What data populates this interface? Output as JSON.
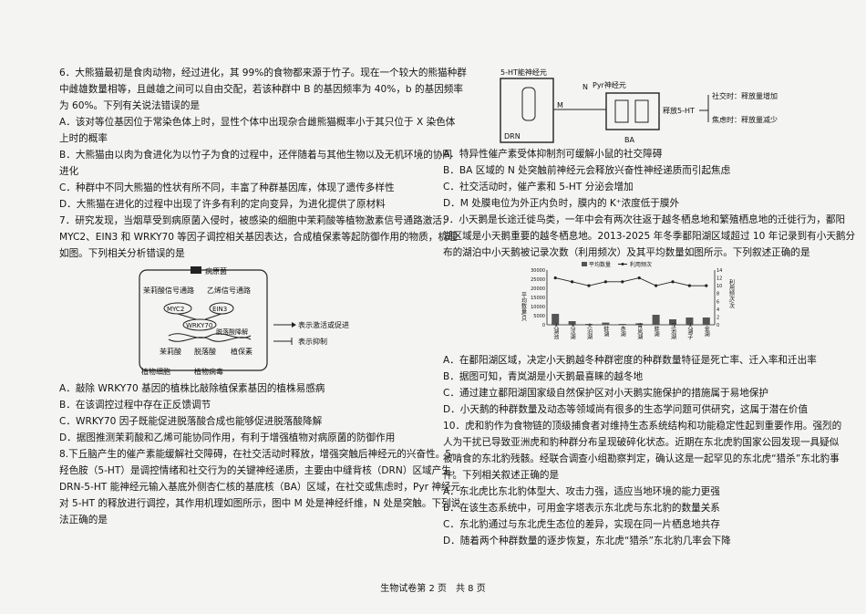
{
  "left": {
    "q6": [
      "6．大熊猫最初是食肉动物，经过进化，其 99%的食物都来源于竹子。现在一个较大的熊猫种群",
      "中雌雄数量相等，且雌雄之间可以自由交配，若该种群中 B 的基因频率为 40%，b 的基因频率",
      "为 60%。下列有关说法错误的是",
      "A．该对等位基因位于常染色体上时，显性个体中出现杂合雌熊猫概率小于其只位于 X 染色体",
      "上时的概率",
      "B．大熊猫由以肉为食进化为以竹子为食的过程中，还伴随着与其他生物以及无机环境的协同",
      "进化",
      "C．种群中不同大熊猫的性状有所不同，丰富了种群基因库，体现了遗传多样性",
      "D．大熊猫在进化的过程中出现了许多有利的定向变异，为进化提供了原材料"
    ],
    "q7": [
      "7．研究发现，当烟草受到病原菌入侵时，被感染的细胞中茉莉酸等植物激素信号通路激活，",
      "MYC2、EIN3 和 WRKY70 等因子调控相关基因表达，合成植保素等起防御作用的物质，机理",
      "如图。下列相关分析错误的是"
    ],
    "q7_diagram": {
      "pathogen": "病原菌",
      "ja_path": "茉莉酸信号通路",
      "et_path": "乙烯信号通路",
      "myc2": "MYC2",
      "ein3": "EIN3",
      "wrky70": "WRKY70",
      "aba_degrade": "脱落酸降解",
      "ja": "茉莉酸",
      "aba": "脱落酸",
      "phytoalexin": "植保素",
      "plant_cell": "植物细胞",
      "plant_virus": "植物病毒",
      "legend_activate": "表示激活或促进",
      "legend_inhibit": "表示抑制"
    },
    "q7_options": [
      "A．敲除 WRKY70 基因的植株比敲除植保素基因的植株易感病",
      "B．在该调控过程中存在正反馈调节",
      "C．WRKY70 因子既能促进脱落酸合成也能够促进脱落酸降解",
      "D．据图推测茉莉酸和乙烯可能协同作用，有利于增强植物对病原菌的防御作用"
    ],
    "q8": [
      "8.下丘脑产生的催产素能缓解社交障碍，在社交活动时释放，增强突触后神经元的兴奋性。5-",
      "羟色胺（5-HT）是调控情绪和社交行为的关键神经递质，主要由中缝背核（DRN）区域产生，",
      "DRN-5-HT 能神经元输入基底外侧杏仁核的基底核（BA）区域，在社交或焦虑时，Pyr 神经元",
      "对 5-HT 的释放进行调控，其作用机理如图所示，图中 M 处是神经纤维，N 处是突触。下列说",
      "法正确的是"
    ]
  },
  "right": {
    "q8_diagram": {
      "neuron": "5-HT能神经元",
      "pyr": "Pyr神经元",
      "drn": "DRN",
      "m": "M",
      "n": "N",
      "ba": "BA",
      "release": "释放5-HT",
      "social": "社交时：释放量增加",
      "anxiety": "焦虑时：释放量减少"
    },
    "q8_options": [
      "A．特异性催产素受体抑制剂可缓解小鼠的社交障碍",
      "B．BA 区域的 N 处突触前神经元会释放兴奋性神经递质而引起焦虑",
      "C．社交活动时，催产素和 5-HT 分泌会增加",
      "D．M 处膜电位为外正内负时，膜内的 K⁺浓度低于膜外"
    ],
    "q9": [
      "9．小天鹅是长途迁徙鸟类，一年中会有两次往返于越冬栖息地和繁殖栖息地的迁徙行为，鄱阳",
      "湖区域是小天鹅重要的越冬栖息地。2013-2025 年冬季鄱阳湖区域超过 10 年记录到有小天鹅分",
      "布的湖泊中小天鹅被记录次数（利用频次）及其平均数量如图所示。下列叙述正确的是"
    ],
    "q9_options": [
      "A．在鄱阳湖区域，决定小天鹅越冬种群密度的种群数量特征是死亡率、迁入率和迁出率",
      "B．据图可知，青岚湖是小天鹅最喜睐的越冬地",
      "C．通过建立鄱阳湖国家级自然保护区对小天鹅实施保护的措施属于易地保护",
      "D．小天鹅的种群数量及动态等领域尚有很多的生态学问题可供研究，这属于潜在价值"
    ],
    "q10": [
      "10．虎和豹作为食物链的顶级捕食者对维持生态系统结构和功能稳定性起到重要作用。强烈的",
      "人为干扰已导致亚洲虎和豹种群分布呈现破碎化状态。近期在东北虎豹国家公园发现一具疑似",
      "被啃食的东北豹残骸。经联合调查小组勘察判定，确认这是一起罕见的东北虎“猎杀”东北豹事",
      "件。下列相关叙述正确的是"
    ],
    "q10_options": [
      "A．东北虎比东北豹体型大、攻击力强，适应当地环境的能力更强",
      "B．在该生态系统中，可用金字塔表示东北虎与东北豹的数量关系",
      "C．东北豹通过与东北虎生态位的差异，实现在同一片栖息地共存",
      "D．随着两个种群数量的逐步恢复，东北虎“猎杀”东北豹几率会下降"
    ]
  },
  "chart_data": {
    "type": "bar",
    "categories": [
      "大湖池",
      "大汊湖",
      "大泊湖",
      "蚌湖",
      "赤湖",
      "青岚湖",
      "蚌湖",
      "汉池湖",
      "大湖子",
      "金湖"
    ],
    "series": [
      {
        "name": "平均数量",
        "kind": "bar",
        "values": [
          6000,
          2000,
          500,
          1200,
          500,
          800,
          5500,
          3000,
          4000,
          4000
        ]
      },
      {
        "name": "利用频次",
        "kind": "line",
        "values": [
          12,
          11,
          10,
          11,
          11,
          12,
          10,
          11,
          10,
          10
        ]
      }
    ],
    "y_left": {
      "label": "平均数量/只",
      "ticks": [
        0,
        5000,
        10000,
        15000,
        20000,
        25000,
        30000
      ],
      "ylim": [
        0,
        30000
      ]
    },
    "y_right": {
      "label": "利用频次/次",
      "ticks": [
        0,
        2,
        4,
        6,
        8,
        10,
        12,
        14
      ],
      "ylim": [
        0,
        14
      ]
    },
    "legend": [
      "平均数量",
      "利用频次"
    ],
    "legend_position": "top"
  },
  "footer": "生物试卷第 2 页　共 8 页"
}
